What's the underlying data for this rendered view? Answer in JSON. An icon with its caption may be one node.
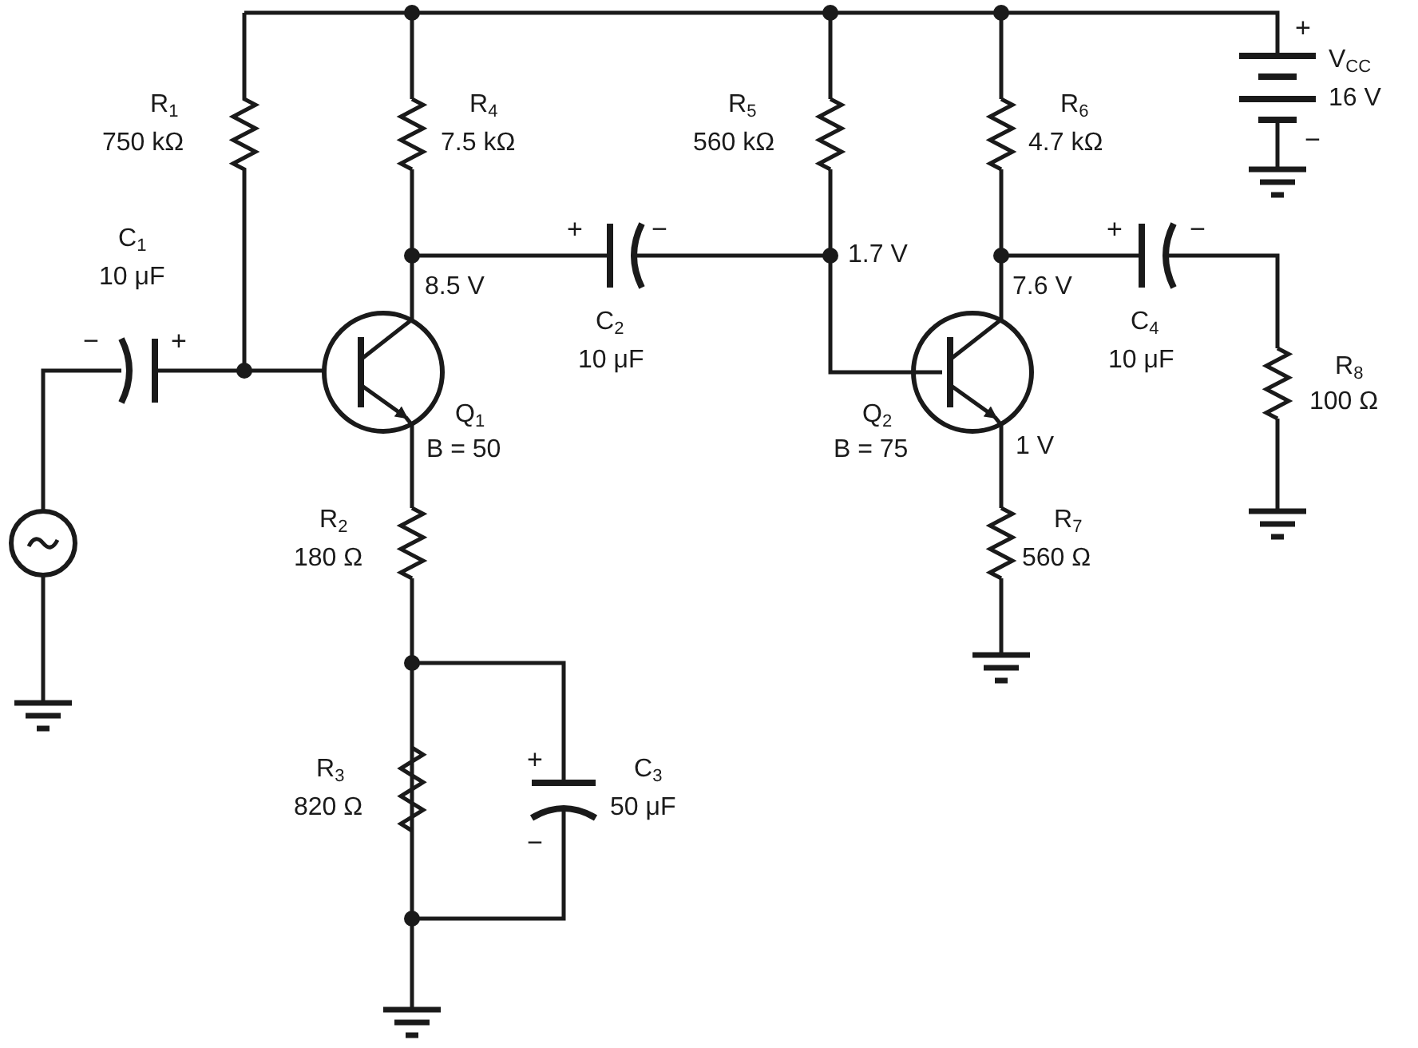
{
  "diagram": {
    "labels": [
      "R$_{1}$",
      "750 kΩ",
      "R$_{4}$",
      "7.5 kΩ",
      "R$_{5}$",
      "560 kΩ",
      "R$_{6}$",
      "4.7 kΩ",
      "+",
      "V$_{CC}$",
      "16 V",
      "−",
      "C$_{1}$",
      "10 μF",
      "−",
      "+",
      "8.5 V",
      "+",
      "−",
      "1.7 V",
      "+",
      "−",
      "7.6 V",
      "C$_{2}$",
      "10 μF",
      "Q$_{1}$",
      "B = 50",
      "Q$_{2}$",
      "B = 75",
      "C$_{4}$",
      "10 μF",
      "R$_{8}$",
      "100 Ω",
      "1 V",
      "R$_{2}$",
      "180 Ω",
      "R$_{7}$",
      "560 Ω",
      "R$_{3}$",
      "820 Ω",
      "+",
      "C$_{3}$",
      "50 μF",
      "−"
    ]
  }
}
